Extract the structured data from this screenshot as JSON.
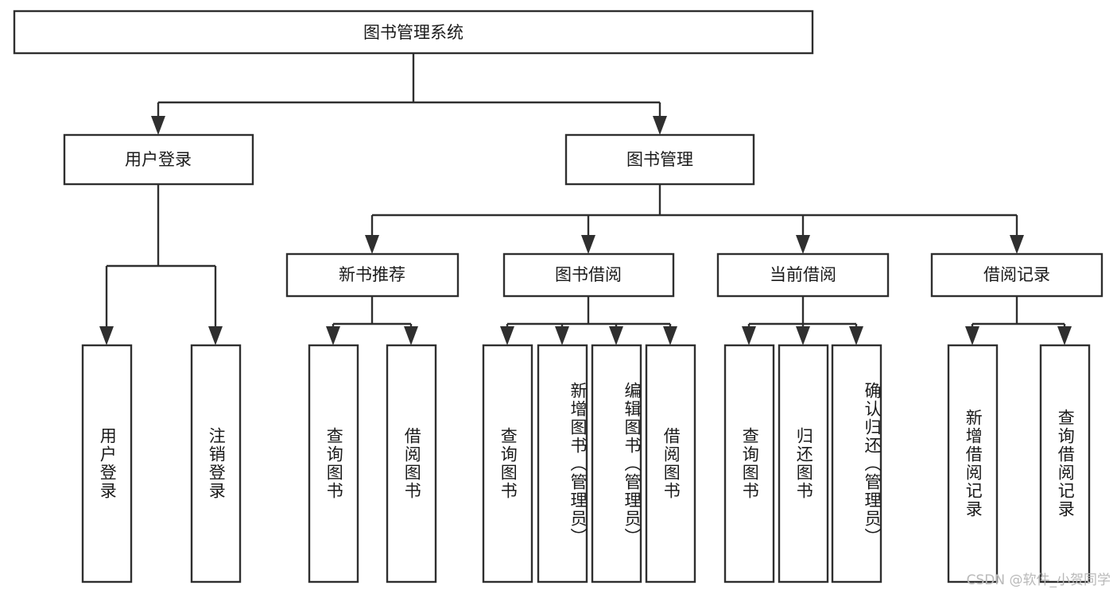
{
  "diagram": {
    "title_text": "图书管理系统",
    "type": "hierarchy-tree",
    "watermark": "CSDN @软件_小贺同学",
    "colors": {
      "line": "#2f2f2f",
      "box_fill": "#ffffff",
      "text": "#1a1a1a",
      "background": "#ffffff",
      "watermark": "#b9b9b9"
    },
    "root": {
      "label": "图书管理系统",
      "orientation": "horizontal"
    },
    "level1": [
      {
        "label": "用户登录",
        "orientation": "horizontal"
      },
      {
        "label": "图书管理",
        "orientation": "horizontal"
      }
    ],
    "level2": [
      {
        "label": "新书推荐",
        "orientation": "horizontal",
        "parent": "图书管理"
      },
      {
        "label": "图书借阅",
        "orientation": "horizontal",
        "parent": "图书管理"
      },
      {
        "label": "当前借阅",
        "orientation": "horizontal",
        "parent": "图书管理"
      },
      {
        "label": "借阅记录",
        "orientation": "horizontal",
        "parent": "图书管理"
      }
    ],
    "leaves": [
      {
        "label": "用户登录",
        "parent": "用户登录",
        "orientation": "vertical"
      },
      {
        "label": "注销登录",
        "parent": "用户登录",
        "orientation": "vertical"
      },
      {
        "label": "查询图书",
        "parent": "新书推荐",
        "orientation": "vertical"
      },
      {
        "label": "借阅图书",
        "parent": "新书推荐",
        "orientation": "vertical"
      },
      {
        "label": "查询图书",
        "parent": "图书借阅",
        "orientation": "vertical"
      },
      {
        "label": "新增图书（管理员）",
        "parent": "图书借阅",
        "orientation": "vertical"
      },
      {
        "label": "编辑图书（管理员）",
        "parent": "图书借阅",
        "orientation": "vertical"
      },
      {
        "label": "借阅图书",
        "parent": "图书借阅",
        "orientation": "vertical"
      },
      {
        "label": "查询图书",
        "parent": "当前借阅",
        "orientation": "vertical"
      },
      {
        "label": "归还图书",
        "parent": "当前借阅",
        "orientation": "vertical"
      },
      {
        "label": "确认归还（管理员）",
        "parent": "当前借阅",
        "orientation": "vertical"
      },
      {
        "label": "新增借阅记录",
        "parent": "借阅记录",
        "orientation": "vertical"
      },
      {
        "label": "查询借阅记录",
        "parent": "借阅记录",
        "orientation": "vertical"
      }
    ]
  }
}
